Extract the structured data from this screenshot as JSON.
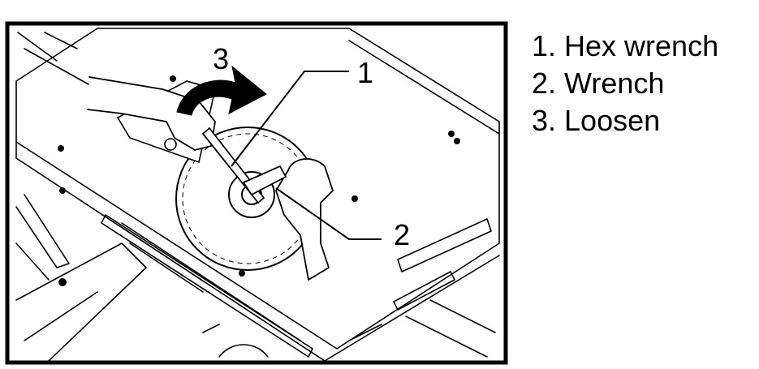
{
  "legend": [
    "1. Hex wrench",
    "2. Wrench",
    "3. Loosen"
  ],
  "callouts": {
    "hex_wrench": "1",
    "wrench": "2",
    "loosen": "3"
  },
  "icons": {
    "arrow": "curved-rotation-arrow-icon",
    "saw_blade": "saw-blade-icon"
  }
}
